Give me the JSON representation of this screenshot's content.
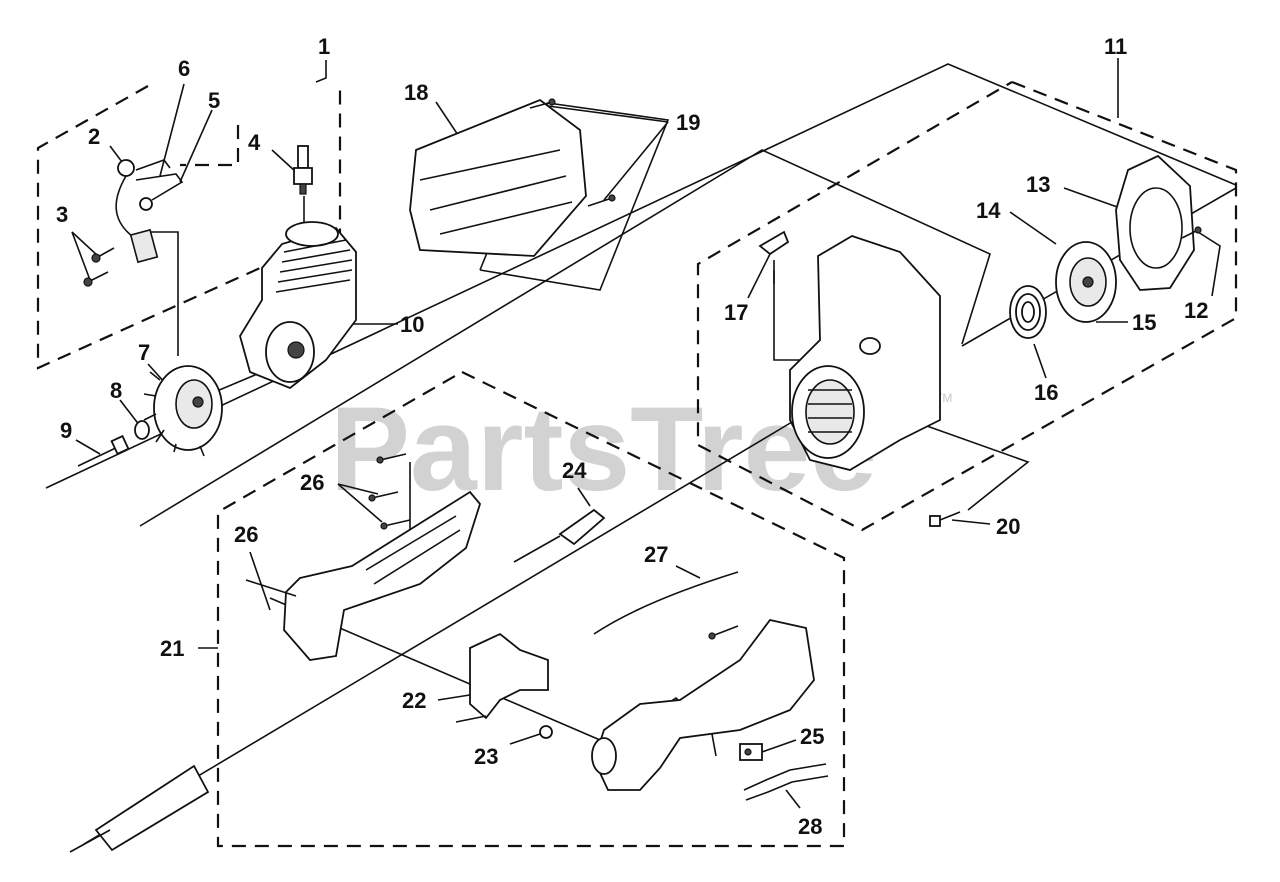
{
  "watermark": "PartsTree",
  "trademark": "TM",
  "callouts": [
    {
      "id": "c1",
      "text": "1"
    },
    {
      "id": "c2",
      "text": "2"
    },
    {
      "id": "c3",
      "text": "3"
    },
    {
      "id": "c4",
      "text": "4"
    },
    {
      "id": "c5",
      "text": "5"
    },
    {
      "id": "c6",
      "text": "6"
    },
    {
      "id": "c7",
      "text": "7"
    },
    {
      "id": "c8",
      "text": "8"
    },
    {
      "id": "c9",
      "text": "9"
    },
    {
      "id": "c10",
      "text": "10"
    },
    {
      "id": "c11",
      "text": "11"
    },
    {
      "id": "c12",
      "text": "12"
    },
    {
      "id": "c13",
      "text": "13"
    },
    {
      "id": "c14",
      "text": "14"
    },
    {
      "id": "c15",
      "text": "15"
    },
    {
      "id": "c16",
      "text": "16"
    },
    {
      "id": "c17",
      "text": "17"
    },
    {
      "id": "c18",
      "text": "18"
    },
    {
      "id": "c19",
      "text": "19"
    },
    {
      "id": "c20",
      "text": "20"
    },
    {
      "id": "c21",
      "text": "21"
    },
    {
      "id": "c22",
      "text": "22"
    },
    {
      "id": "c23",
      "text": "23"
    },
    {
      "id": "c24",
      "text": "24"
    },
    {
      "id": "c25",
      "text": "25"
    },
    {
      "id": "c26a",
      "text": "26"
    },
    {
      "id": "c26b",
      "text": "26"
    },
    {
      "id": "c27",
      "text": "27"
    },
    {
      "id": "c28",
      "text": "28"
    }
  ]
}
